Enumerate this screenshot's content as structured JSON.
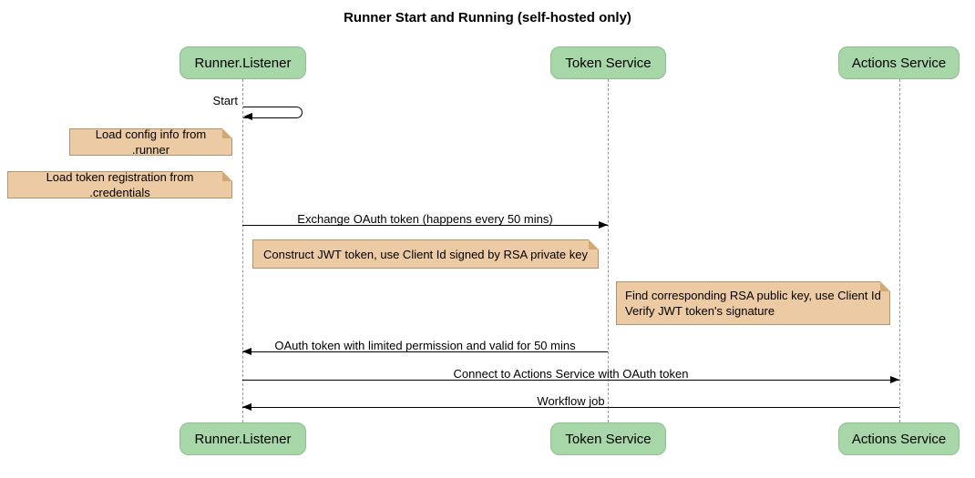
{
  "title": "Runner Start and Running (self-hosted only)",
  "diagram_type": "sequence",
  "colors": {
    "participant_fill": "#a7d7a9",
    "participant_border": "#8ebd90",
    "note_fill": "#eccaa3",
    "note_border": "#b6946a",
    "lifeline": "#999999",
    "arrow": "#000000",
    "background": "#ffffff"
  },
  "participants": [
    {
      "id": "runner",
      "name": "Runner.Listener"
    },
    {
      "id": "token",
      "name": "Token Service"
    },
    {
      "id": "actions",
      "name": "Actions Service"
    }
  ],
  "messages": [
    {
      "label": "Start",
      "from": "runner",
      "to": "runner",
      "type": "self"
    },
    {
      "label": "Exchange OAuth token (happens every 50 mins)",
      "from": "runner",
      "to": "token",
      "type": "solid-arrow"
    },
    {
      "label": "OAuth token with limited permission and valid for 50 mins",
      "from": "token",
      "to": "runner",
      "type": "solid-arrow"
    },
    {
      "label": "Connect to Actions Service with OAuth token",
      "from": "runner",
      "to": "actions",
      "type": "solid-arrow"
    },
    {
      "label": "Workflow job",
      "from": "actions",
      "to": "runner",
      "type": "solid-arrow"
    }
  ],
  "notes": [
    {
      "text": "Load config info from .runner",
      "position": "left of runner"
    },
    {
      "text": "Load token registration from .credentials",
      "position": "left of runner"
    },
    {
      "text": "Construct JWT token, use Client Id signed by RSA private key",
      "position": "between runner and token"
    },
    {
      "line1": "Find corresponding RSA public key, use Client Id",
      "line2": "Verify JWT token's signature",
      "position": "left of actions"
    }
  ]
}
